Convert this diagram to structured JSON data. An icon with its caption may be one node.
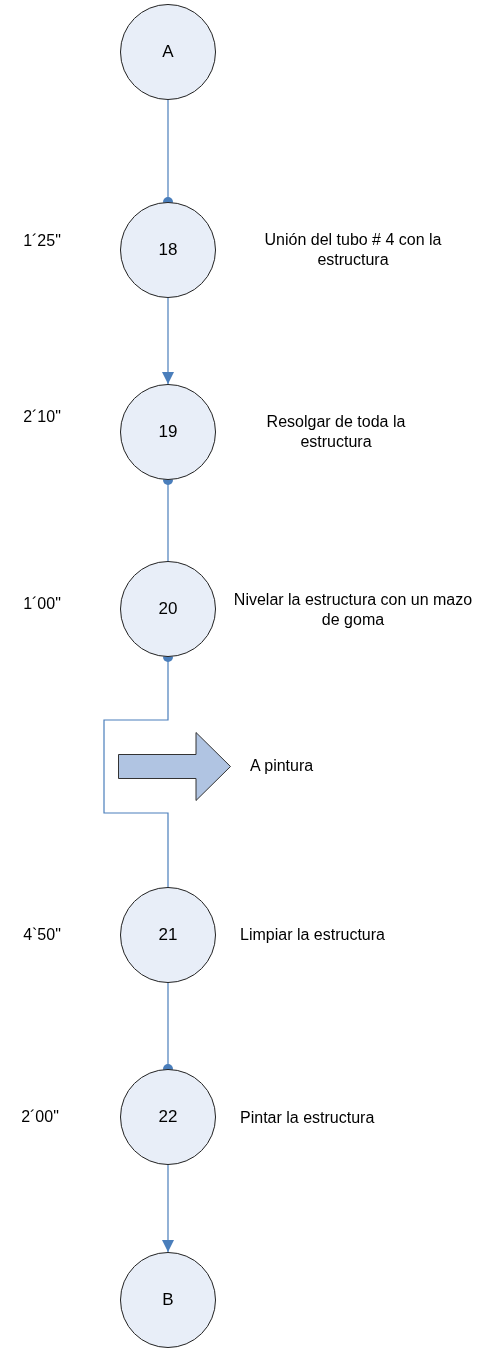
{
  "diagram": {
    "nodes": [
      {
        "text": [
          "A"
        ]
      },
      {
        "text": [
          "18"
        ],
        "beside": [
          "1´25\"",
          "Unión del tubo # 4 con la estructura"
        ]
      },
      {
        "text": [
          "19"
        ],
        "beside": [
          "2´10\"",
          "Resolgar de toda la estructura"
        ]
      },
      {
        "text": [
          "20"
        ],
        "beside": [
          "1´00\"",
          "Nivelar la estructura con un mazo de goma"
        ]
      },
      {
        "text": [],
        "shape": "arrow",
        "beside": [
          "A pintura"
        ]
      },
      {
        "text": [
          "21"
        ],
        "beside": [
          "4`50\"",
          "Limpiar la estructura"
        ]
      },
      {
        "text": [
          "22"
        ],
        "beside": [
          "2´00\"",
          "Pintar la estructura"
        ]
      },
      {
        "text": [
          "B"
        ]
      }
    ],
    "edges": [
      {
        "from": 0,
        "to": 1,
        "arrow": "other"
      },
      {
        "from": 1,
        "to": 2,
        "arrow": "to"
      },
      {
        "from": 3,
        "to": 2,
        "arrow": "other"
      },
      {
        "from": 5,
        "to": 3,
        "arrow": "other"
      },
      {
        "from": 5,
        "to": 6,
        "arrow": "other"
      },
      {
        "from": 6,
        "to": 7,
        "arrow": "to"
      }
    ]
  }
}
